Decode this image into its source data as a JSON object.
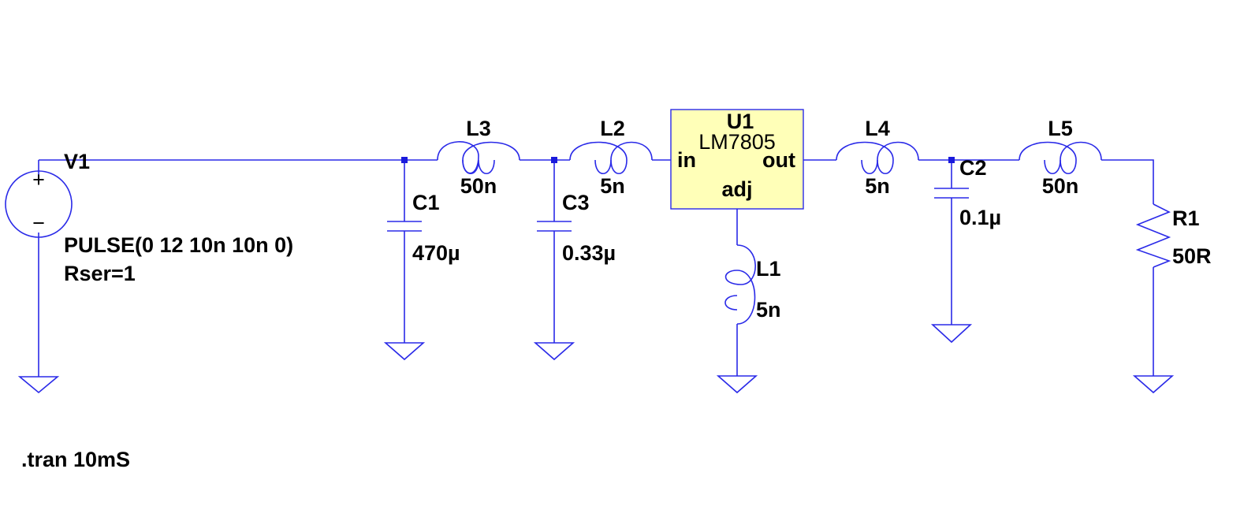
{
  "components": {
    "V1": {
      "ref": "V1",
      "value": "PULSE(0 12 10n 10n 0)",
      "extra": "Rser=1",
      "plus": "+",
      "minus": "−"
    },
    "C1": {
      "ref": "C1",
      "value": "470µ"
    },
    "C3": {
      "ref": "C3",
      "value": "0.33µ"
    },
    "C2": {
      "ref": "C2",
      "value": "0.1µ"
    },
    "L3": {
      "ref": "L3",
      "value": "50n"
    },
    "L2": {
      "ref": "L2",
      "value": "5n"
    },
    "L1": {
      "ref": "L1",
      "value": "5n"
    },
    "L4": {
      "ref": "L4",
      "value": "5n"
    },
    "L5": {
      "ref": "L5",
      "value": "50n"
    },
    "R1": {
      "ref": "R1",
      "value": "50R"
    },
    "U1": {
      "ref": "U1",
      "part": "LM7805",
      "pin_in": "in",
      "pin_out": "out",
      "pin_adj": "adj"
    }
  },
  "directive": ".tran 10mS",
  "colors": {
    "wire": "#2a2ae8",
    "ic_fill": "#ffffb8",
    "text": "#000000"
  }
}
